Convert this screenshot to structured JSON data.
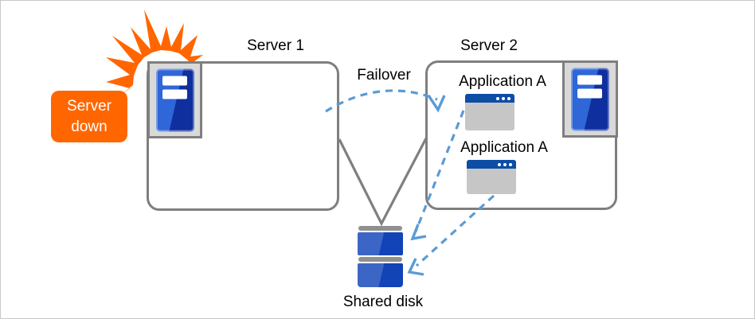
{
  "diagram": {
    "title_implied": "Failover diagram",
    "badge": {
      "line1": "Server",
      "line2": "down"
    },
    "nodes": {
      "server1": {
        "label": "Server 1"
      },
      "server2": {
        "label": "Server 2"
      }
    },
    "failover": {
      "label": "Failover"
    },
    "applications": {
      "app1": {
        "label": "Application A"
      },
      "app2": {
        "label": "Application A"
      }
    },
    "shared_disk": {
      "label": "Shared disk"
    },
    "icons": {
      "explosion_burst_icon": "orange jagged crash burst",
      "server_tower_icon": "blue tower in gray frame with two white slots",
      "app_window_icon": "window with blue title bar and three dots",
      "disk_stack_icon": "two blue disk platters with gray caps",
      "failover_dashed_arrow": "curved dashed arrow server1 to server2",
      "disk_access_dashed_arrow": "dashed arrows from applications to shared disk",
      "cluster_connection_lines": "solid gray lines from both servers to shared disk"
    }
  },
  "colors": {
    "orange": "#FF6600",
    "dash_blue": "#5B9BD5",
    "line_gray": "#7F7F7F",
    "icon_frame_bg": "#D9D9D9",
    "server_blue": "#2F66D8",
    "server_blue_dark": "#0F2F9E",
    "disk_blue": "#3C66C6",
    "disk_blue_dark": "#1244B8",
    "app_titlebar_blue": "#0C4DA6",
    "app_body_gray": "#C6C6C6",
    "disk_bar_gray": "#909090"
  }
}
